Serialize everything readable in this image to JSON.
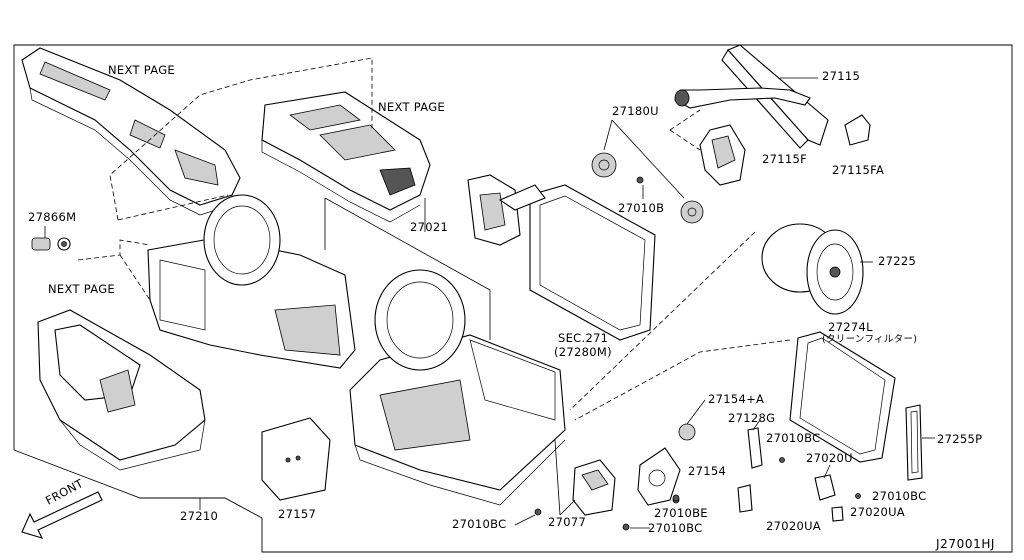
{
  "labels": {
    "next_page_top": "NEXT PAGE",
    "next_page_mid": "NEXT PAGE",
    "next_page_left": "NEXT PAGE",
    "p27866m": "27866M",
    "p27021": "27021",
    "p27180u": "27180U",
    "p27010b": "27010B",
    "p27115": "27115",
    "p27115f": "27115F",
    "p27115fa": "27115FA",
    "p27225": "27225",
    "p27274l": "27274L",
    "p27274l_sub": "(クリーンフィルター)",
    "sec271": "SEC.271",
    "sec271_sub": "(27280M)",
    "p27154a": "27154+A",
    "p27128g": "27128G",
    "p27010bc_a": "27010BC",
    "p27020u": "27020U",
    "p27255p": "27255P",
    "p27154": "27154",
    "p27010bc_b": "27010BC",
    "p27010be": "27010BE",
    "p27020ua_a": "27020UA",
    "p27020ua_b": "27020UA",
    "p27010bc_c": "27010BC",
    "p27077": "27077",
    "p27010bc_d": "27010BC",
    "p27210": "27210",
    "p27157": "27157",
    "front": "FRONT",
    "diagram_code": "J27001HJ"
  },
  "icons": {
    "front_arrow": "arrow-down-left-icon"
  }
}
